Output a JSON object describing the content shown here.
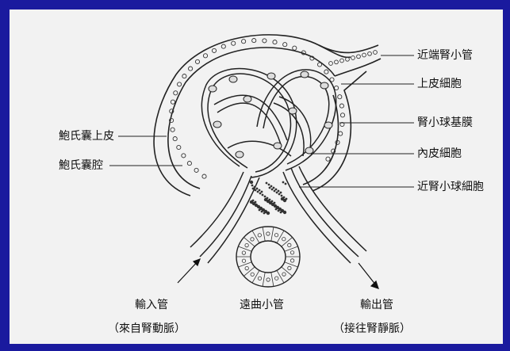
{
  "labels": {
    "proximal_tubule": "近端腎小管",
    "epithelial_cell": "上皮細胞",
    "bowman_capsule_epithelium": "鮑氏囊上皮",
    "glomerular_basement_membrane": "腎小球基膜",
    "bowman_capsule_cavity": "鮑氏囊腔",
    "endothelial_cell": "內皮細胞",
    "juxtaglomerular_cell": "近腎小球細胞",
    "afferent_arteriole": "輸入管",
    "afferent_arteriole_note": "（來自腎動脈）",
    "distal_tubule": "遠曲小管",
    "efferent_arteriole": "輸出管",
    "efferent_arteriole_note": "（接往腎靜脈）"
  },
  "colors": {
    "border": "#1a1a9e",
    "background": "#f2f2f2",
    "ink": "#111111"
  }
}
